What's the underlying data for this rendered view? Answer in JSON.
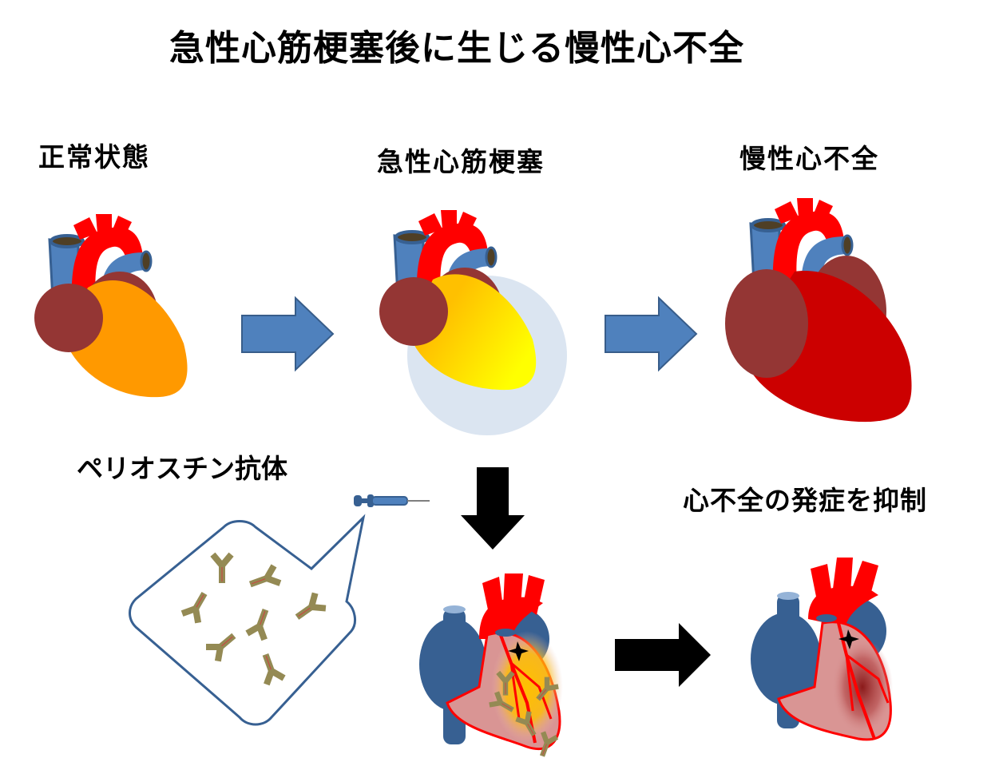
{
  "title": "急性心筋梗塞後に生じる慢性心不全",
  "stages": [
    {
      "label": "正常状態",
      "state": "normal",
      "ventricle_color": "#ff9900"
    },
    {
      "label": "急性心筋梗塞",
      "state": "acute-infarction",
      "ventricle_color": "#ffc000"
    },
    {
      "label": "慢性心不全",
      "state": "chronic-failure",
      "ventricle_color": "#cc0000"
    }
  ],
  "treatment": {
    "antibody_label": "ペリオスチン抗体",
    "outcome_label": "心不全の発症を抑制",
    "antibody_count": 8
  },
  "colors": {
    "aorta": "#ff0000",
    "vessel_blue": "#4f81bd",
    "vein_dark_blue": "#376092",
    "atrium": "#943634",
    "infarct_zone": "#dbe5f1",
    "antibody": "#948a54",
    "arrow_blue": "#4f81bd",
    "arrow_black": "#000000"
  }
}
